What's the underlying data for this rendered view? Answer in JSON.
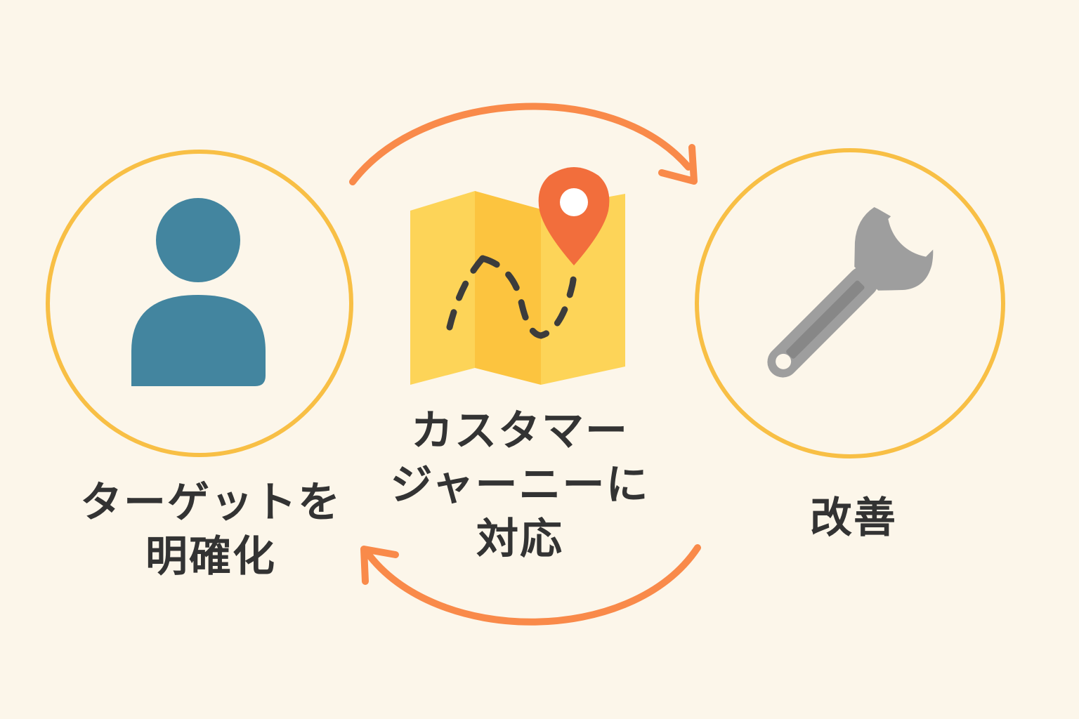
{
  "colors": {
    "background": "#FCF6EA",
    "circle_outline": "#F8BF45",
    "arrow": "#F98A4A",
    "person": "#43859F",
    "map_light": "#FDD458",
    "map_dark": "#FCC43F",
    "pin": "#F26E3C",
    "path": "#3C3C3C",
    "wrench": "#9E9E9E",
    "text": "#333333"
  },
  "steps": [
    {
      "id": "target",
      "icon": "person-icon",
      "lines": [
        "ターゲットを",
        "明確化"
      ]
    },
    {
      "id": "journey",
      "icon": "map-with-pin-icon",
      "lines": [
        "カスタマー",
        "ジャーニーに",
        "対応"
      ]
    },
    {
      "id": "improve",
      "icon": "wrench-icon",
      "lines": [
        "改善"
      ]
    }
  ],
  "arrows": [
    {
      "id": "top-arrow",
      "direction": "clockwise",
      "from": "target",
      "to": "improve"
    },
    {
      "id": "bottom-arrow",
      "direction": "clockwise",
      "from": "improve",
      "to": "target"
    }
  ]
}
